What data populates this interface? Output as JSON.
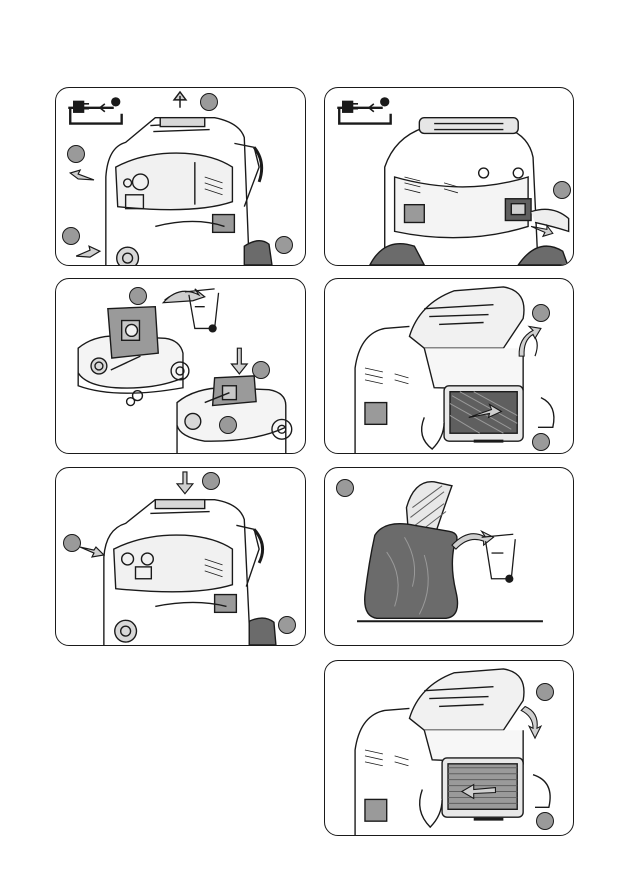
{
  "page": {
    "background": "#ffffff",
    "line_color": "#1a1a1a",
    "grey": "#9a9a9a",
    "dark_grey": "#5f5f5f"
  },
  "panels": [
    {
      "id": "panel-1",
      "subject": "vacuum-front-unplug-open",
      "icons": [
        "power-unplug-icon",
        "arrow-up-icon",
        "arrow-left-icon",
        "arrow-right-icon"
      ]
    },
    {
      "id": "panel-2",
      "subject": "vacuum-rear-remove-cartridge",
      "icons": [
        "power-unplug-icon",
        "arrow-down-icon"
      ]
    },
    {
      "id": "panel-3",
      "subject": "remove-filter-bag-to-bin",
      "icons": [
        "curved-arrow-icon",
        "waste-bin-icon",
        "arrow-down-icon"
      ]
    },
    {
      "id": "panel-4",
      "subject": "open-lid-remove-flat-filter",
      "icons": [
        "curved-arrow-icon",
        "arrow-icon"
      ]
    },
    {
      "id": "panel-5",
      "subject": "close-head-lock-latches",
      "icons": [
        "arrow-down-icon",
        "arrow-right-icon"
      ]
    },
    {
      "id": "panel-6",
      "subject": "dispose-filter-in-bag",
      "icons": [
        "curved-arrow-icon",
        "waste-bin-icon"
      ]
    },
    {
      "id": "panel-7",
      "subject": "insert-new-flat-filter-close-lid",
      "icons": [
        "curved-arrow-icon",
        "arrow-icon"
      ]
    }
  ]
}
